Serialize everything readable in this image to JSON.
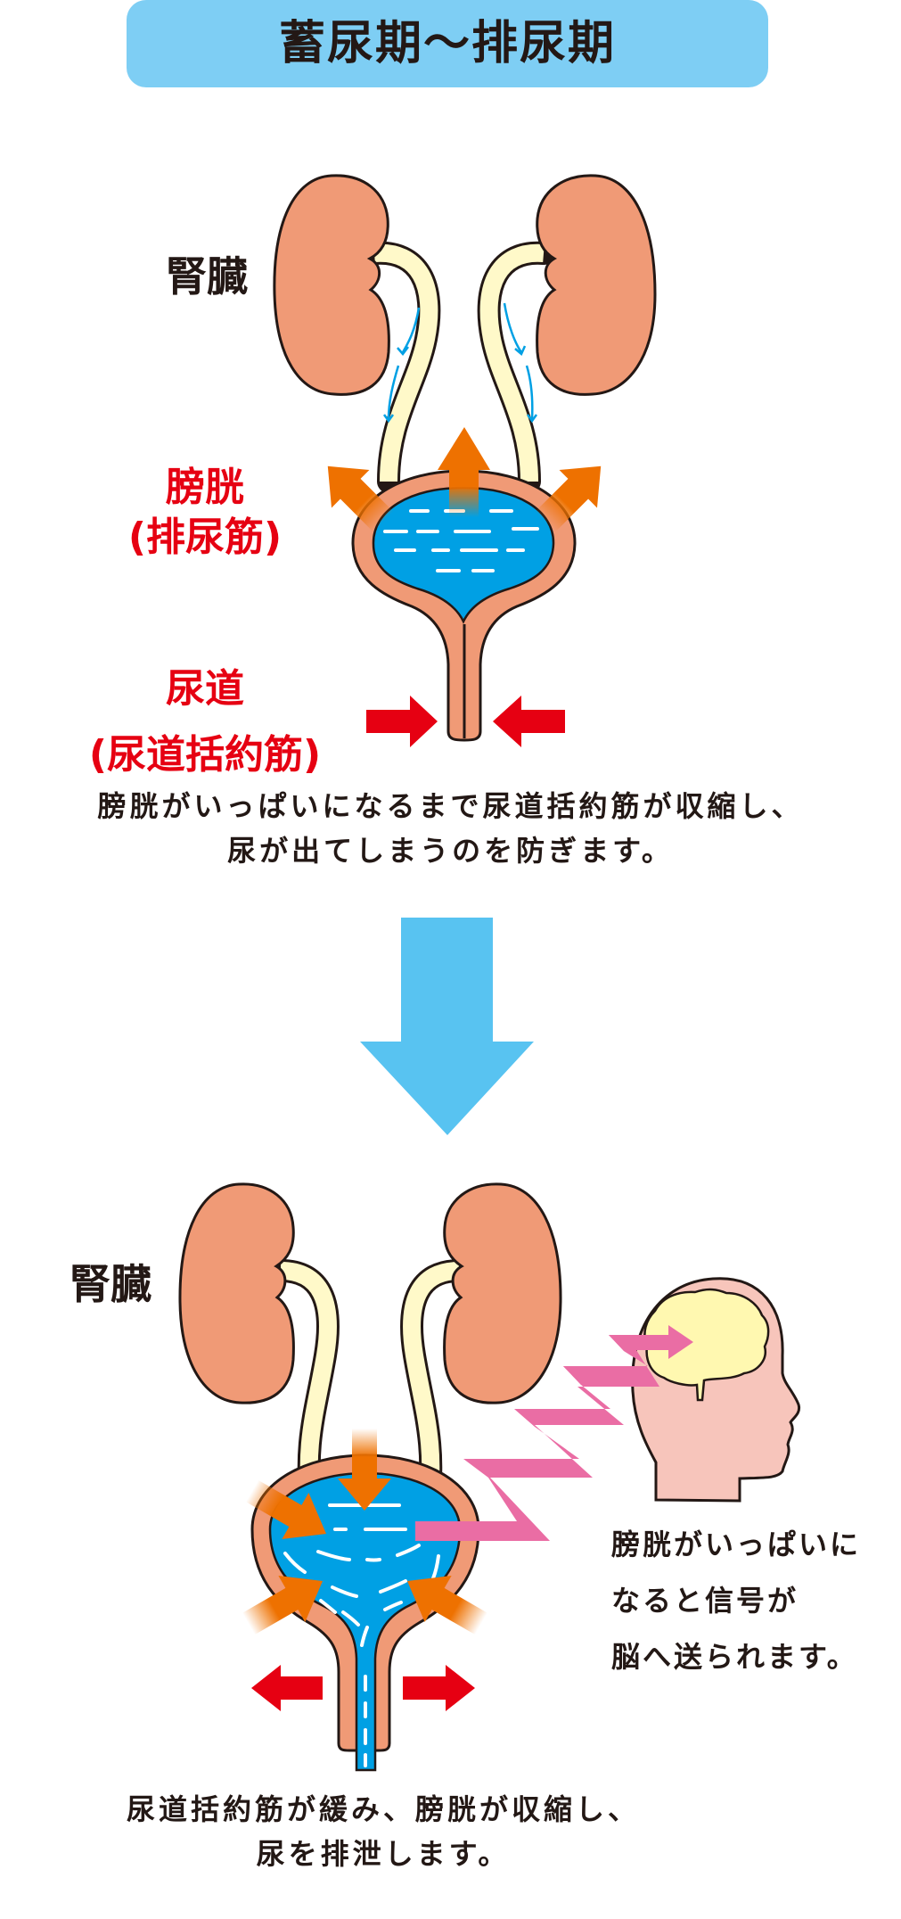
{
  "title": "蓄尿期〜排尿期",
  "colors": {
    "title_bg": "#7ECEF4",
    "kidney": "#F09A76",
    "ureter": "#FFF9C9",
    "urine": "#00A0E4",
    "bladder_wall": "#F09A76",
    "muscle_arrow": "#EE7100",
    "urethra_arrow": "#E60012",
    "signal": "#EA6DA4",
    "head": "#F7C5BB",
    "brain": "#FFF8B0",
    "big_arrow": "#58C3F1",
    "label_red": "#E60012",
    "text": "#231815"
  },
  "storage_phase": {
    "kidney_label": "腎臓",
    "bladder_label": "膀胱",
    "bladder_muscle_label": "(排尿筋)",
    "urethra_label": "尿道",
    "urethra_muscle_label": "(尿道括約筋)",
    "caption_lines": [
      "膀胱がいっぱいになるまで尿道括約筋が収縮し、",
      "尿が出てしまうのを防ぎます。"
    ]
  },
  "transition_icon": "down-arrow-icon",
  "voiding_phase": {
    "kidney_label": "腎臓",
    "signal_note_lines": [
      "膀胱がいっぱいに",
      "なると信号が",
      "脳へ送られます。"
    ],
    "caption_lines": [
      "尿道括約筋が緩み、膀胱が収縮し、",
      "尿を排泄します。"
    ]
  }
}
